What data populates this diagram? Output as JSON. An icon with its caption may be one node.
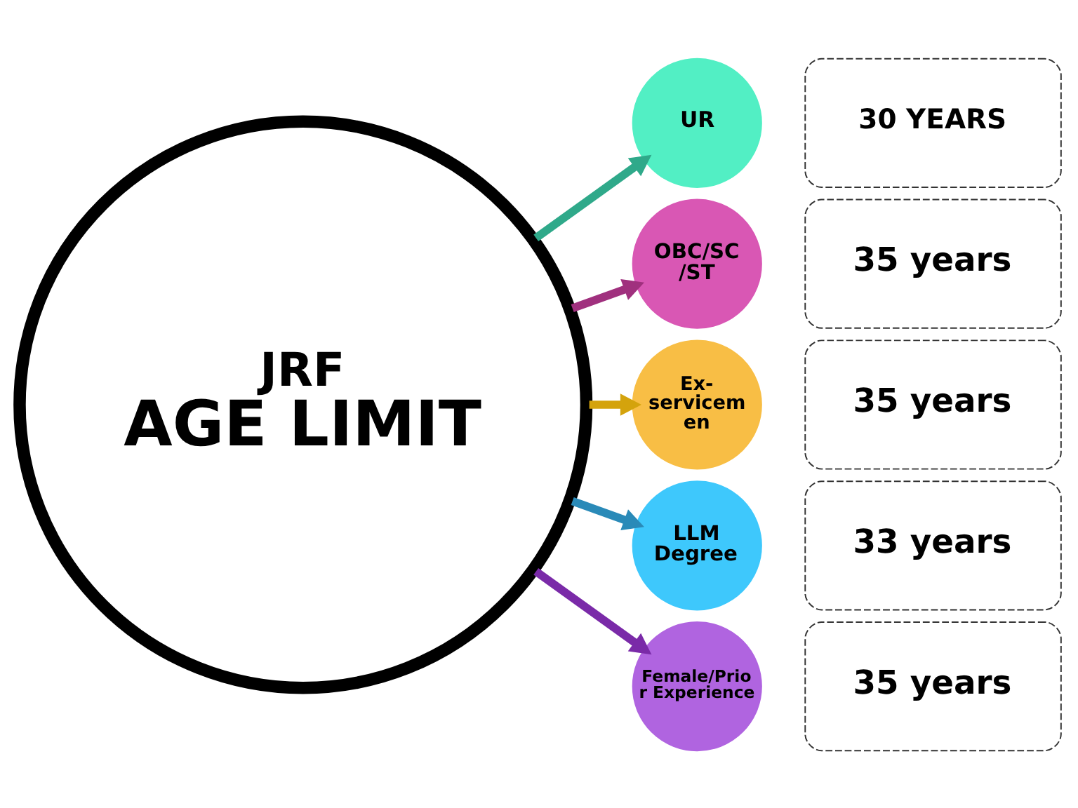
{
  "diagram": {
    "nodes": [
      {
        "text": [
          "JRF",
          "AGE LIMIT"
        ]
      },
      {
        "text": [
          "UR"
        ]
      },
      {
        "text": [
          "30 YEARS"
        ]
      },
      {
        "text": [
          "OBC/SC /ST"
        ]
      },
      {
        "text": [
          "35 years"
        ]
      },
      {
        "text": [
          "Ex- servicem en"
        ]
      },
      {
        "text": [
          "35 years"
        ]
      },
      {
        "text": [
          "LLM Degree"
        ]
      },
      {
        "text": [
          "33 years"
        ]
      },
      {
        "text": [
          "Female/Prio r Experience"
        ]
      },
      {
        "text": [
          "35 years"
        ]
      }
    ],
    "edges": [
      {
        "from": 0,
        "to": 1,
        "arrow": "to",
        "color": "#2fa98a"
      },
      {
        "from": 0,
        "to": 3,
        "arrow": "to",
        "color": "#a0307e"
      },
      {
        "from": 0,
        "to": 5,
        "arrow": "to",
        "color": "#d4a30c"
      },
      {
        "from": 0,
        "to": 7,
        "arrow": "to",
        "color": "#2a8ab8"
      },
      {
        "from": 0,
        "to": 9,
        "arrow": "to",
        "color": "#7a2aa8"
      }
    ]
  }
}
